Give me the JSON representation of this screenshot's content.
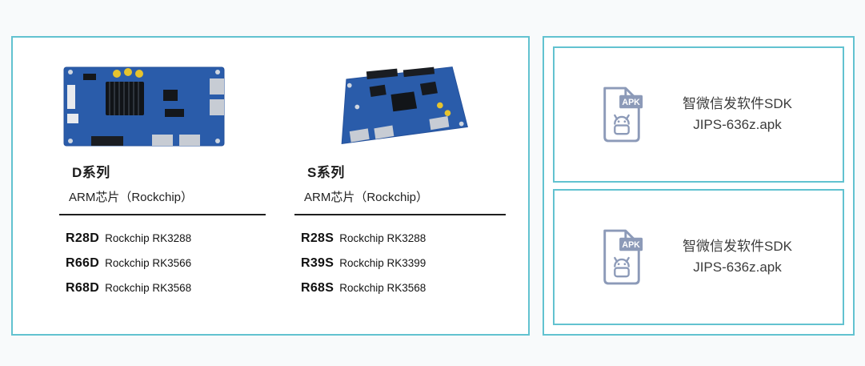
{
  "colors": {
    "panel_border": "#62c2d0",
    "divider": "#1f1f1f",
    "apk_icon": "#8c9ab8",
    "board_blue": "#2a5caa"
  },
  "left_panel": {
    "columns": [
      {
        "title": "D系列",
        "subtitle": "ARM芯片（Rockchip）",
        "image": "d-series-motherboard-photo",
        "models": [
          {
            "code": "R28D",
            "chip": "Rockchip RK3288"
          },
          {
            "code": "R66D",
            "chip": "Rockchip RK3566"
          },
          {
            "code": "R68D",
            "chip": "Rockchip RK3568"
          }
        ]
      },
      {
        "title": "S系列",
        "subtitle": "ARM芯片（Rockchip）",
        "image": "s-series-motherboard-photo",
        "models": [
          {
            "code": "R28S",
            "chip": "Rockchip RK3288"
          },
          {
            "code": "R39S",
            "chip": "Rockchip RK3399"
          },
          {
            "code": "R68S",
            "chip": "Rockchip RK3568"
          }
        ]
      }
    ]
  },
  "right_panel": {
    "cards": [
      {
        "icon": "apk-file-icon",
        "badge": "APK",
        "title": "智微信发软件SDK",
        "filename": "JIPS-636z.apk"
      },
      {
        "icon": "apk-file-icon",
        "badge": "APK",
        "title": "智微信发软件SDK",
        "filename": "JIPS-636z.apk"
      }
    ]
  }
}
